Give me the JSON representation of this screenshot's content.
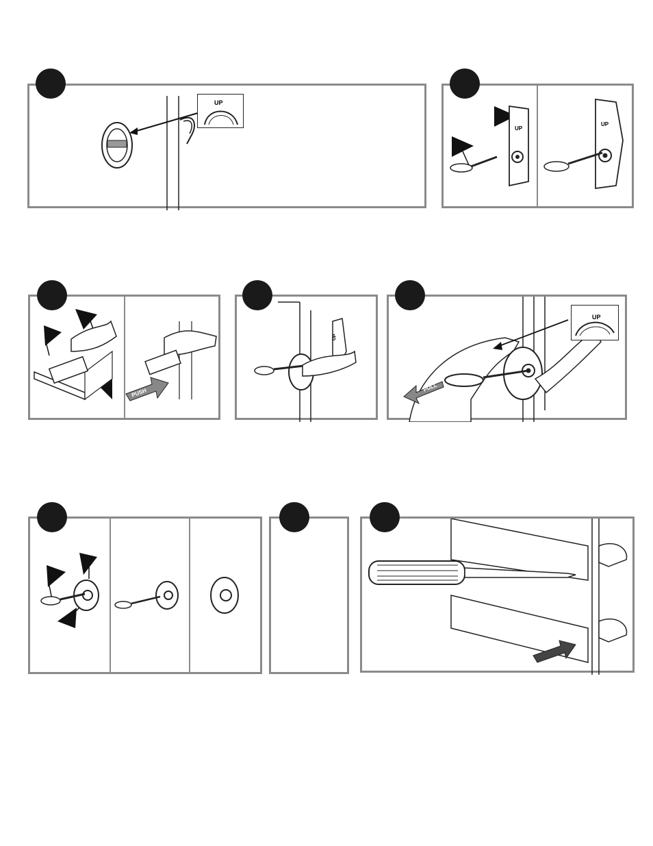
{
  "labels": {
    "up": "UP",
    "pull": "PULL",
    "push": "PUSH"
  }
}
